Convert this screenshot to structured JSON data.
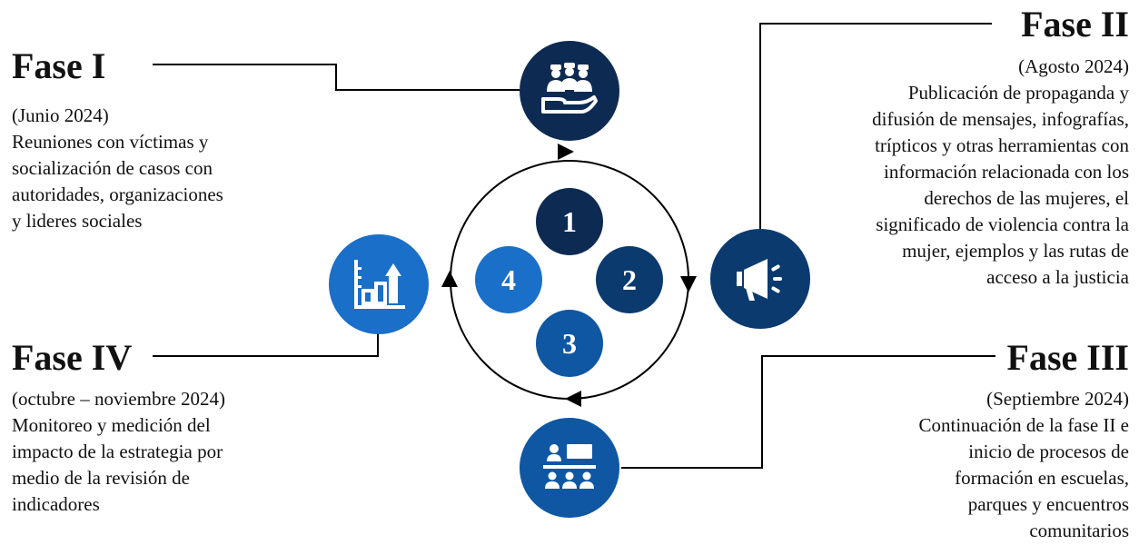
{
  "colors": {
    "navy": "#0d2b52",
    "dark_blue": "#0b3a6e",
    "mid_blue": "#0f57a3",
    "bright_blue": "#1a6fc8",
    "line": "#000000"
  },
  "phases": {
    "fase1": {
      "title": "Fase I",
      "date": "(Junio 2024)",
      "description": "Reuniones con víctimas  y\nsocialización de casos con\nautoridades, organizaciones\ny lideres sociales",
      "icon": "people-hand-icon"
    },
    "fase2": {
      "title": "Fase II",
      "date": "(Agosto 2024)",
      "description": "Publicación de propaganda y\ndifusión de mensajes, infografías,\ntrípticos y otras herramientas con\ninformación relacionada con los\nderechos de las mujeres, el\nsignificado  de violencia contra la\nmujer, ejemplos y las rutas de\nacceso a la justicia",
      "icon": "megaphone-icon"
    },
    "fase3": {
      "title": "Fase III",
      "date": "(Septiembre 2024)",
      "description": "Continuación de la fase II e\ninicio de procesos de\nformación en escuelas,\nparques y encuentros\ncomunitarios",
      "icon": "classroom-icon"
    },
    "fase4": {
      "title": "Fase IV",
      "date": "(octubre – noviembre 2024)",
      "description": "Monitoreo y medición del\nimpacto de la estrategia por\nmedio de la revisión  de\nindicadores",
      "icon": "bar-chart-arrow-icon"
    }
  },
  "cycle_numbers": [
    "1",
    "2",
    "3",
    "4"
  ]
}
